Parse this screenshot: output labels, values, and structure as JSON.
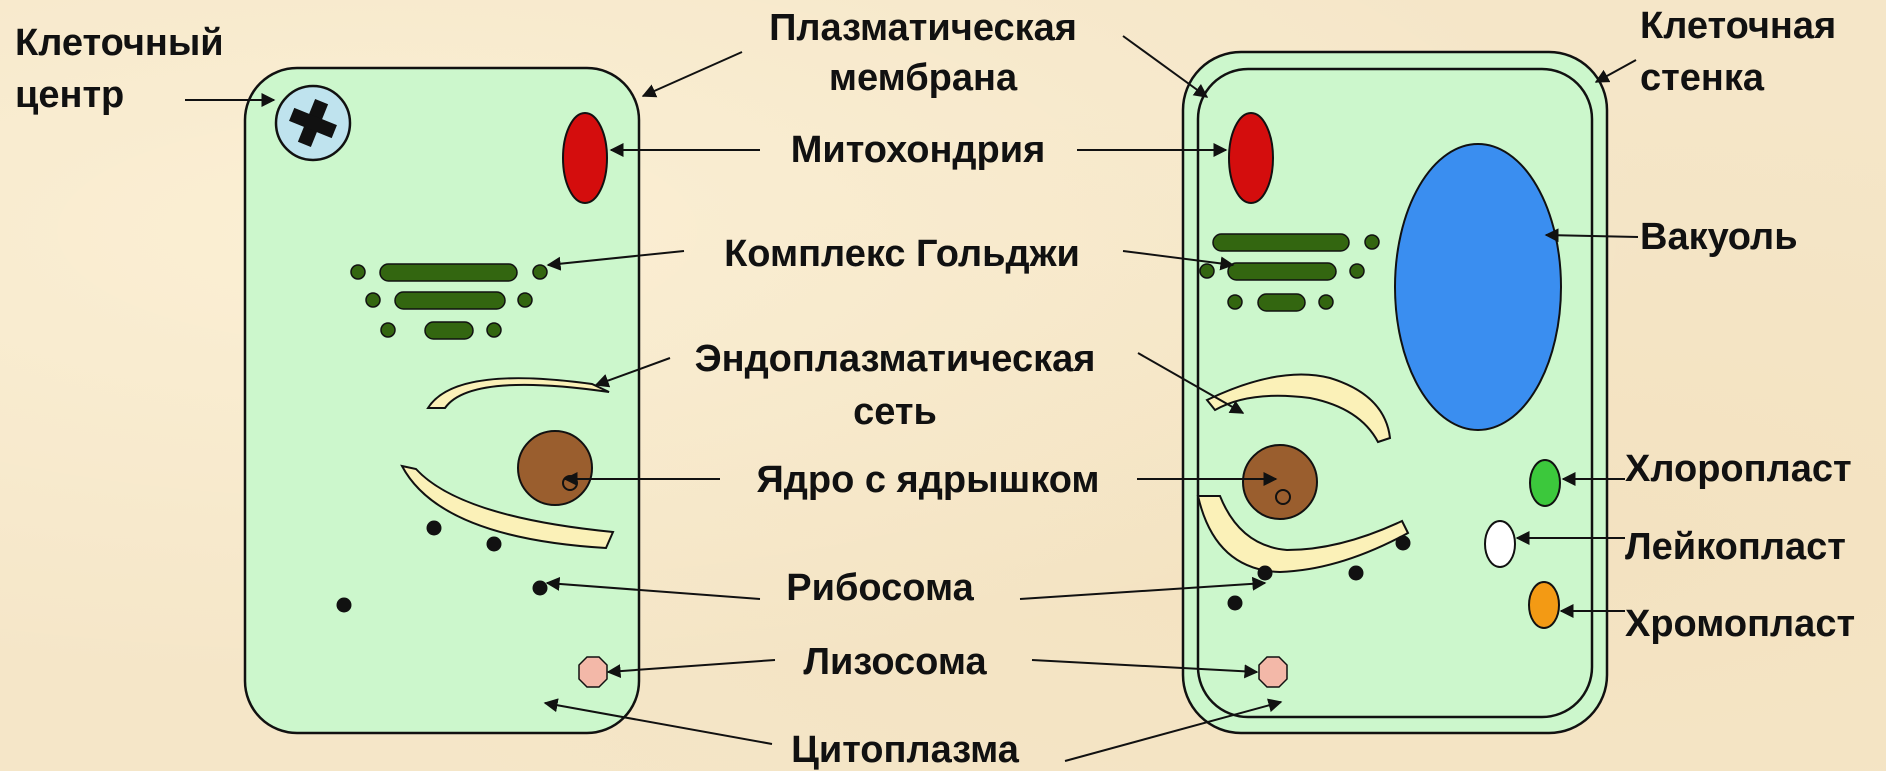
{
  "labels": {
    "cell_center": [
      "Клеточный",
      "центр"
    ],
    "plasma_membrane": [
      "Плазматическая",
      "мембрана"
    ],
    "cell_wall": [
      "Клеточная",
      "стенка"
    ],
    "mitochondria": "Митохондрия",
    "golgi": "Комплекс Гольджи",
    "vacuole": "Вакуоль",
    "er": [
      "Эндоплазматическая",
      "сеть"
    ],
    "nucleus": "Ядро с ядрышком",
    "chloroplast": "Хлоропласт",
    "leucoplast": "Лейкопласт",
    "chromoplast": "Хромопласт",
    "ribosome": "Рибосома",
    "lysosome": "Лизосома",
    "cytoplasm": "Цитоплазма"
  },
  "colors": {
    "cytoplasm": "#ccf7cc",
    "mitochondria": "#d40d0d",
    "golgi": "#336610",
    "vacuole": "#3a8ef0",
    "er": "#fbf1b8",
    "nucleus": "#9a5e2e",
    "chloroplast": "#3cc83c",
    "leucoplast": "#ffffff",
    "chromoplast": "#f39a14",
    "lysosome": "#f3b8a8",
    "centrosome": "#bfe3ee"
  },
  "icons": [
    "centrosome-plus-icon"
  ]
}
